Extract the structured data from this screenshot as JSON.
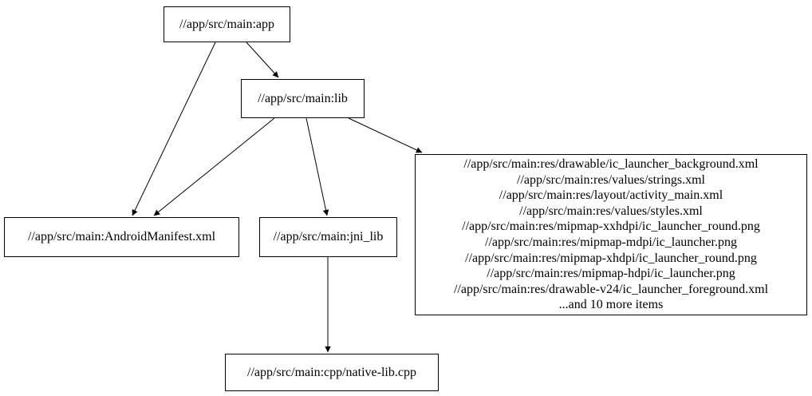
{
  "diagram": {
    "type": "dependency-graph",
    "background_color": "#ffffff",
    "node_fill_color": "#ffffff",
    "node_border_color": "#000000",
    "edge_color": "#000000",
    "text_color": "#000000",
    "nodes": {
      "app": {
        "label": "//app/src/main:app"
      },
      "lib": {
        "label": "//app/src/main:lib"
      },
      "android_manifest": {
        "label": "//app/src/main:AndroidManifest.xml"
      },
      "jni_lib": {
        "label": "//app/src/main:jni_lib"
      },
      "native_lib_cpp": {
        "label": "//app/src/main:cpp/native-lib.cpp"
      },
      "res_group": {
        "lines": [
          "//app/src/main:res/drawable/ic_launcher_background.xml",
          "//app/src/main:res/values/strings.xml",
          "//app/src/main:res/layout/activity_main.xml",
          "//app/src/main:res/values/styles.xml",
          "//app/src/main:res/mipmap-xxhdpi/ic_launcher_round.png",
          "//app/src/main:res/mipmap-mdpi/ic_launcher.png",
          "//app/src/main:res/mipmap-xhdpi/ic_launcher_round.png",
          "//app/src/main:res/mipmap-hdpi/ic_launcher.png",
          "//app/src/main:res/drawable-v24/ic_launcher_foreground.xml",
          "...and 10 more items"
        ]
      }
    },
    "edges": [
      {
        "from": "app",
        "to": "lib"
      },
      {
        "from": "app",
        "to": "android_manifest"
      },
      {
        "from": "lib",
        "to": "android_manifest"
      },
      {
        "from": "lib",
        "to": "jni_lib"
      },
      {
        "from": "lib",
        "to": "res_group"
      },
      {
        "from": "jni_lib",
        "to": "native_lib_cpp"
      }
    ]
  }
}
